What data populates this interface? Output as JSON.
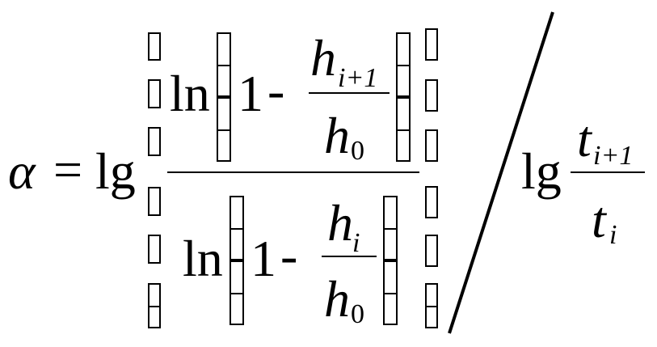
{
  "equation": {
    "lhs": {
      "symbol": "α",
      "equals": "=",
      "func": "lg"
    },
    "numerator": {
      "func": "ln",
      "one": "1",
      "minus": "-",
      "frac_num": {
        "var": "h",
        "sub": "i+1"
      },
      "frac_den": {
        "var": "h",
        "sub": "0"
      }
    },
    "denominator": {
      "func": "ln",
      "one": "1",
      "minus": "-",
      "frac_num": {
        "var": "h",
        "sub": "i"
      },
      "frac_den": {
        "var": "h",
        "sub": "0"
      }
    },
    "rhs": {
      "func": "lg",
      "frac_num": {
        "var": "t",
        "sub": "i+1"
      },
      "frac_den": {
        "var": "t",
        "sub": "i"
      }
    }
  },
  "colors": {
    "ink": "#000000",
    "background": "#ffffff"
  }
}
